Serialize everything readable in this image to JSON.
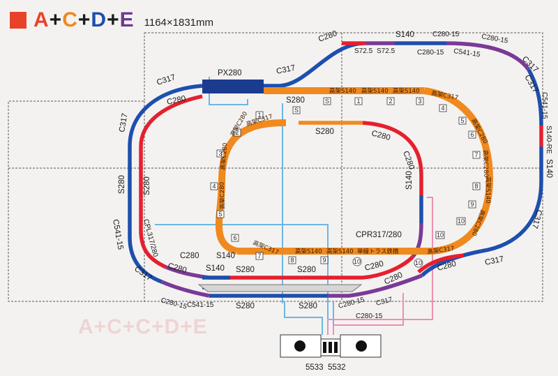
{
  "title": {
    "letters": [
      {
        "ch": "A",
        "color": "#e8432a"
      },
      {
        "ch": "+",
        "color": "#1a1a1a"
      },
      {
        "ch": "C",
        "color": "#f0891e"
      },
      {
        "ch": "+",
        "color": "#1a1a1a"
      },
      {
        "ch": "D",
        "color": "#1d4fae"
      },
      {
        "ch": "+",
        "color": "#1a1a1a"
      },
      {
        "ch": "E",
        "color": "#6b3a8f"
      }
    ],
    "dimensions": "1164×1831mm",
    "faded_reverse_title": "A+C+C+D+E"
  },
  "colors": {
    "red": "#e5202e",
    "blue": "#1d4fae",
    "purple": "#7a3a96",
    "orange": "#f0891e",
    "navy": "#1b3b8f",
    "light_blue": "#6ab7e4",
    "pink": "#ec8fb2",
    "gray": "#8a8a8a"
  },
  "labels": {
    "c280_a": "C280",
    "s140_a": "S140",
    "c280_15_a": "C280-15",
    "c280_15_b": "C280-15",
    "s72_5_a": "S72.5",
    "s72_5_b": "S72.5",
    "c280_15_c": "C280-15",
    "c541_15_a": "C541-15",
    "c317_a": "C317",
    "px280": "PX280",
    "c317_b": "C317",
    "c317_c": "C317",
    "c280_b": "C280",
    "c317_d": "C317",
    "s280_a": "S280",
    "s280_b": "S280",
    "c541_15_b": "C541-15",
    "cpl317": "CPL317/280",
    "c280_c": "C280",
    "s140_b": "S140",
    "c280_d": "C280",
    "s140_c": "S140",
    "s280_c": "S280",
    "s280_d": "S280",
    "c317_e": "C317",
    "c280_15_d": "C280-15",
    "c541_15_c": "C541-15",
    "s280_e": "S280",
    "s280_f": "S280",
    "c280_15_e": "C280-15",
    "c280_15_f": "C280-15",
    "c317_f": "C317",
    "c280_e": "C280",
    "c280_f": "C280",
    "c317_g": "C317",
    "c280_g": "C280",
    "c317_h": "C317",
    "s140_re": "S140-RE",
    "s140_d": "S140",
    "c317_i": "C317",
    "c541_15_d": "C541-15",
    "s280_g": "S280",
    "s280_h": "S280",
    "c280_h": "C280",
    "c280_i": "C280",
    "s140_e": "S140",
    "cpr317": "CPR317/280",
    "k_s140_1": "高架S140",
    "k_s140_2": "高架S140",
    "k_s140_3": "高架S140",
    "k_c317_1": "高架C317",
    "k_c280_1": "高架C280",
    "k_c280_2": "高架C280",
    "k_s140_4": "高架S140",
    "k_c280_3": "高架C280",
    "k_c280_4": "高架C280",
    "k_c317_2": "高架C317",
    "k_c317_3": "高架C317",
    "k_c280_5": "高架C280",
    "k_c280_6": "高架C280",
    "k_c317_4": "高架C317",
    "k_s140_5": "高架S140",
    "k_s140_6": "高架S140",
    "k_truss": "単線トラス鉄橋",
    "k_c317_5": "高架C317",
    "s_mark_1": "S",
    "s_mark_2": "S",
    "controller_left": "5533",
    "controller_right": "5532"
  },
  "pier_numbers": {
    "n1a": "1",
    "n1b": "1",
    "n2a": "2",
    "n2b": "2",
    "n3a": "3",
    "n3b": "3",
    "n4a": "4",
    "n4b": "4",
    "n5a": "5",
    "n5b": "5",
    "n6a": "6",
    "n6b": "6",
    "n7a": "7",
    "n7b": "7",
    "n8a": "8",
    "n8b": "8",
    "n9a": "9",
    "n9b": "9",
    "n10a": "10",
    "n10b": "10",
    "n10c": "10",
    "n10d": "10"
  }
}
